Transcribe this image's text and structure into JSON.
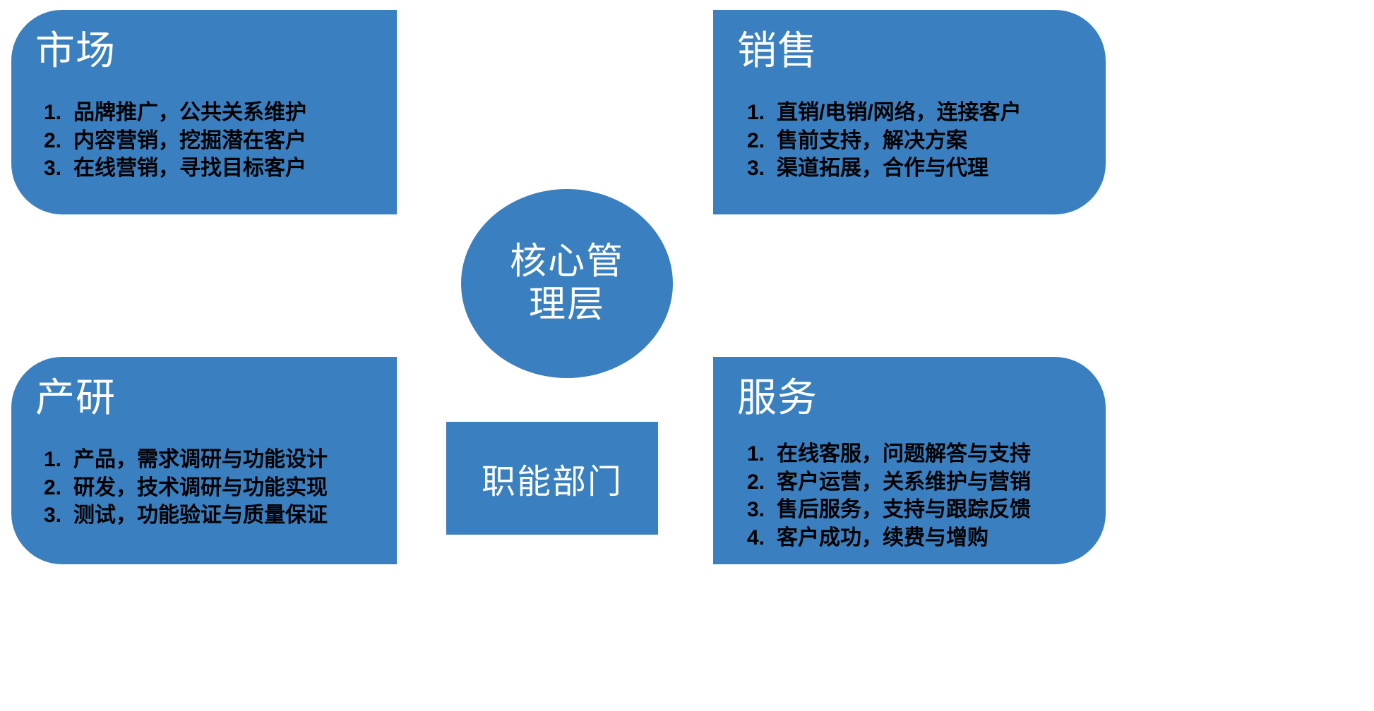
{
  "theme": {
    "accent_blue": "#3A7FBF",
    "heading_color": "#FFFFFF",
    "body_color": "#000000",
    "background": "#FFFFFF"
  },
  "center": {
    "line1": "核心管",
    "line2": "理层"
  },
  "functional": {
    "label": "职能部门"
  },
  "panels": [
    {
      "id": "marketing",
      "title": "市场",
      "items": [
        {
          "num": "1.",
          "text": "品牌推广，公共关系维护"
        },
        {
          "num": "2.",
          "text": "内容营销，挖掘潜在客户"
        },
        {
          "num": "3.",
          "text": "在线营销，寻找目标客户"
        }
      ]
    },
    {
      "id": "sales",
      "title": "销售",
      "items": [
        {
          "num": "1.",
          "text": "直销/电销/网络，连接客户"
        },
        {
          "num": "2.",
          "text": "售前支持，解决方案"
        },
        {
          "num": "3.",
          "text": "渠道拓展，合作与代理"
        }
      ]
    },
    {
      "id": "rnd",
      "title": "产研",
      "items": [
        {
          "num": "1.",
          "text": "产品，需求调研与功能设计"
        },
        {
          "num": "2.",
          "text": "研发，技术调研与功能实现"
        },
        {
          "num": "3.",
          "text": "测试，功能验证与质量保证"
        }
      ]
    },
    {
      "id": "service",
      "title": "服务",
      "items": [
        {
          "num": "1.",
          "text": "在线客服，问题解答与支持"
        },
        {
          "num": "2.",
          "text": "客户运营，关系维护与营销"
        },
        {
          "num": "3.",
          "text": "售后服务，支持与跟踪反馈"
        },
        {
          "num": "4.",
          "text": "客户成功，续费与增购"
        }
      ]
    }
  ]
}
